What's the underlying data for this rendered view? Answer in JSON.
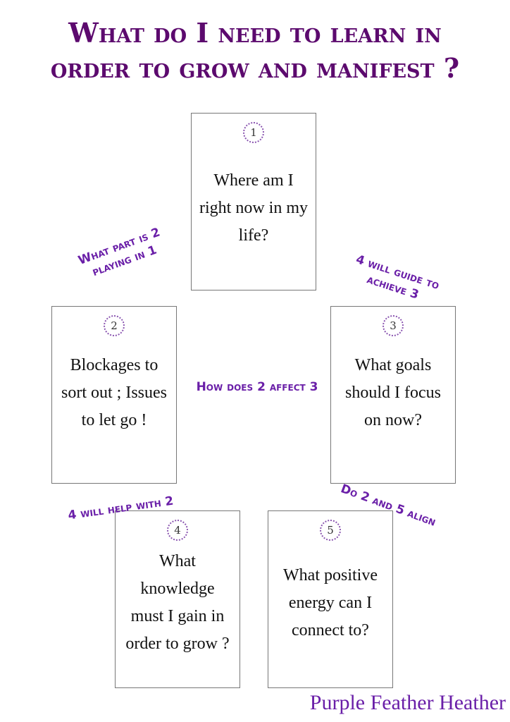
{
  "title": {
    "line1": "What do I need to learn in",
    "line2": "order to grow and manifest ?"
  },
  "cards": [
    {
      "number": "1",
      "text": "Where am I right now in my life?"
    },
    {
      "number": "2",
      "text": "Blockages to sort out ; Issues to let go !"
    },
    {
      "number": "3",
      "text": "What goals should I focus on now?"
    },
    {
      "number": "4",
      "text": "What knowledge must I gain in order to grow ?"
    },
    {
      "number": "5",
      "text": "What positive energy can I connect to?"
    }
  ],
  "notes": {
    "two_in_one": "What part is 2 playing in 1",
    "four_guide_three": "4 will guide to achieve 3",
    "two_affect_three": "How does 2 affect 3",
    "four_help_two": "4 will help with 2",
    "two_five_align": "Do 2 and 5 align"
  },
  "signature": "Purple Feather Heather",
  "colors": {
    "title": "#5c0a6e",
    "notes": "#6a1fa8",
    "card_border": "#777777"
  }
}
